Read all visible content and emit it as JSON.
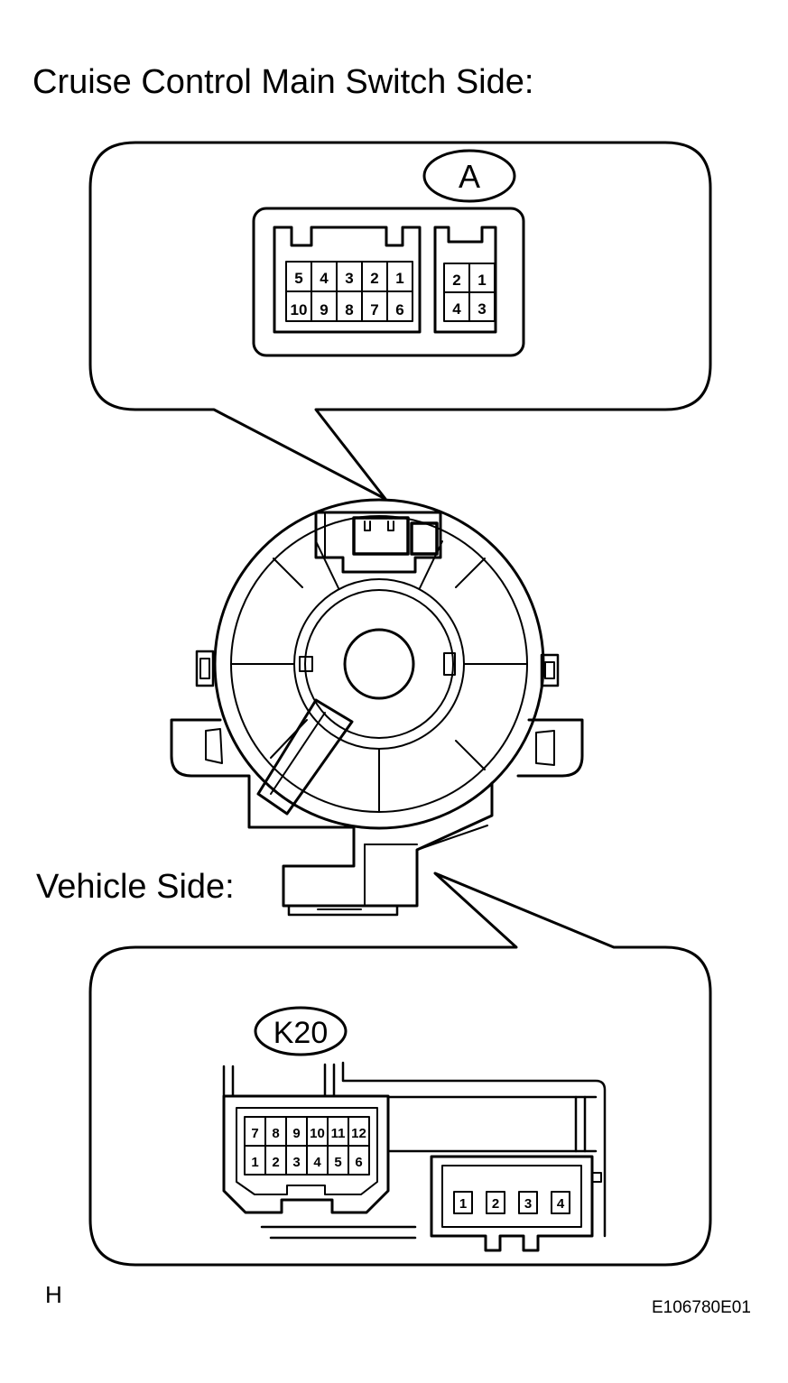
{
  "labels": {
    "main_switch_side": "Cruise Control Main Switch Side:",
    "vehicle_side": "Vehicle Side:",
    "connector_a": "A",
    "connector_k20": "K20",
    "corner_mark": "H",
    "figure_id": "E106780E01"
  },
  "connector_a": {
    "large_block": {
      "top_row": [
        "5",
        "4",
        "3",
        "2",
        "1"
      ],
      "bottom_row": [
        "10",
        "9",
        "8",
        "7",
        "6"
      ]
    },
    "small_block": {
      "top_row": [
        "2",
        "1"
      ],
      "bottom_row": [
        "4",
        "3"
      ]
    }
  },
  "connector_k20": {
    "large_block": {
      "top_row": [
        "7",
        "8",
        "9",
        "10",
        "11",
        "12"
      ],
      "bottom_row": [
        "1",
        "2",
        "3",
        "4",
        "5",
        "6"
      ]
    },
    "small_block": {
      "row": [
        "1",
        "2",
        "3",
        "4"
      ]
    }
  }
}
